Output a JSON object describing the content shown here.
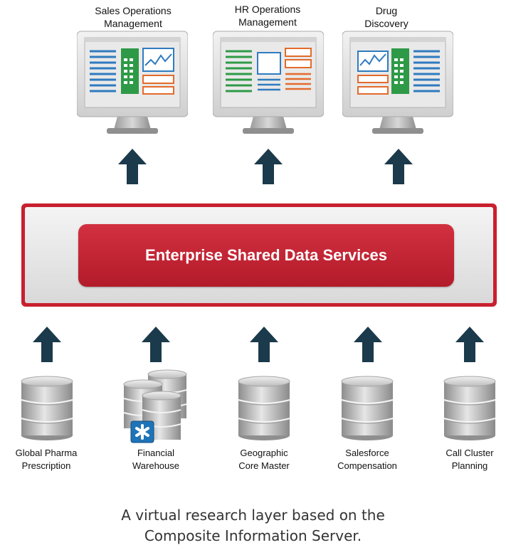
{
  "applications": [
    {
      "label_line1": "Sales Operations",
      "label_line2": "Management"
    },
    {
      "label_line1": "HR Operations",
      "label_line2": "Management"
    },
    {
      "label_line1": "Drug",
      "label_line2": "Discovery"
    }
  ],
  "hub": {
    "label": "Enterprise Shared Data Services"
  },
  "sources": [
    {
      "label_line1": "Global Pharma",
      "label_line2": "Prescription"
    },
    {
      "label_line1": "Financial",
      "label_line2": "Warehouse"
    },
    {
      "label_line1": "Geographic",
      "label_line2": "Core Master"
    },
    {
      "label_line1": "Salesforce",
      "label_line2": "Compensation"
    },
    {
      "label_line1": "Call Cluster",
      "label_line2": "Planning"
    }
  ],
  "caption": {
    "line1": "A virtual research layer based on the",
    "line2": "Composite Information Server."
  },
  "colors": {
    "accent_red": "#c8202f",
    "arrow_navy": "#1b3a4b",
    "chart_blue": "#2f7bbf",
    "chart_green": "#2e9a47",
    "chart_orange": "#e36b2c"
  },
  "icons": [
    "monitor-icon",
    "arrow-up-icon",
    "database-icon",
    "asterisk-icon"
  ]
}
